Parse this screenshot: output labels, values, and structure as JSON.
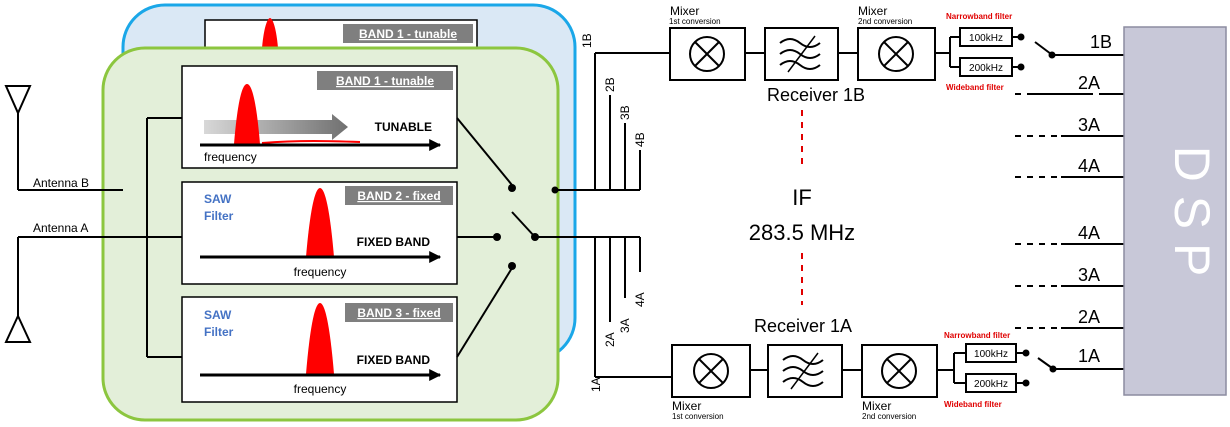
{
  "bands": {
    "back_title": "BAND 1 - tunable",
    "band1_title": "BAND 1 - tunable",
    "band2_title": "BAND 2 - fixed",
    "band3_title": "BAND 3 - fixed",
    "tunable_label": "TUNABLE",
    "fixed_label_2": "FIXED BAND",
    "fixed_label_3": "FIXED BAND",
    "saw_line1_2": "SAW",
    "saw_line2_2": "Filter",
    "saw_line1_3": "SAW",
    "saw_line2_3": "Filter",
    "freq_1": "frequency",
    "freq_2": "frequency",
    "freq_3": "frequency"
  },
  "antennas": {
    "antenna_b": "Antenna B",
    "antenna_a": "Antenna A"
  },
  "upper_outputs": [
    "1B",
    "2B",
    "3B",
    "4B"
  ],
  "lower_outputs": [
    "1A",
    "2A",
    "3A",
    "4A"
  ],
  "receiver_1b": {
    "name": "Receiver 1B",
    "mixer1_label": "Mixer",
    "mixer1_sub": "1st conversion",
    "mixer2_label": "Mixer",
    "mixer2_sub": "2nd conversion",
    "narrow_label": "Narrowband filter",
    "wide_label": "Wideband filter",
    "narrow_value": "100kHz",
    "wide_value": "200kHz"
  },
  "receiver_1a": {
    "name": "Receiver 1A",
    "mixer1_label": "Mixer",
    "mixer1_sub": "1st conversion",
    "mixer2_label": "Mixer",
    "mixer2_sub": "2nd conversion",
    "narrow_label": "Narrowband filter",
    "wide_label": "Wideband filter",
    "narrow_value": "100kHz",
    "wide_value": "200kHz"
  },
  "if": {
    "label": "IF",
    "frequency": "283.5 MHz"
  },
  "dsp_inputs_upper": [
    "1B",
    "2A",
    "3A",
    "4A"
  ],
  "dsp_inputs_lower": [
    "4A",
    "3A",
    "2A",
    "1A"
  ],
  "dsp": {
    "label": "D S P"
  },
  "colors": {
    "blue_panel": "#dae8f5",
    "blue_border": "#1aa7e8",
    "green_panel": "#e3efd9",
    "green_border": "#8cc63f",
    "title_bar": "#7f7f7f",
    "peak": "#ff0000",
    "dsp": "#c8c8d8",
    "if_dash": "#e00000"
  }
}
